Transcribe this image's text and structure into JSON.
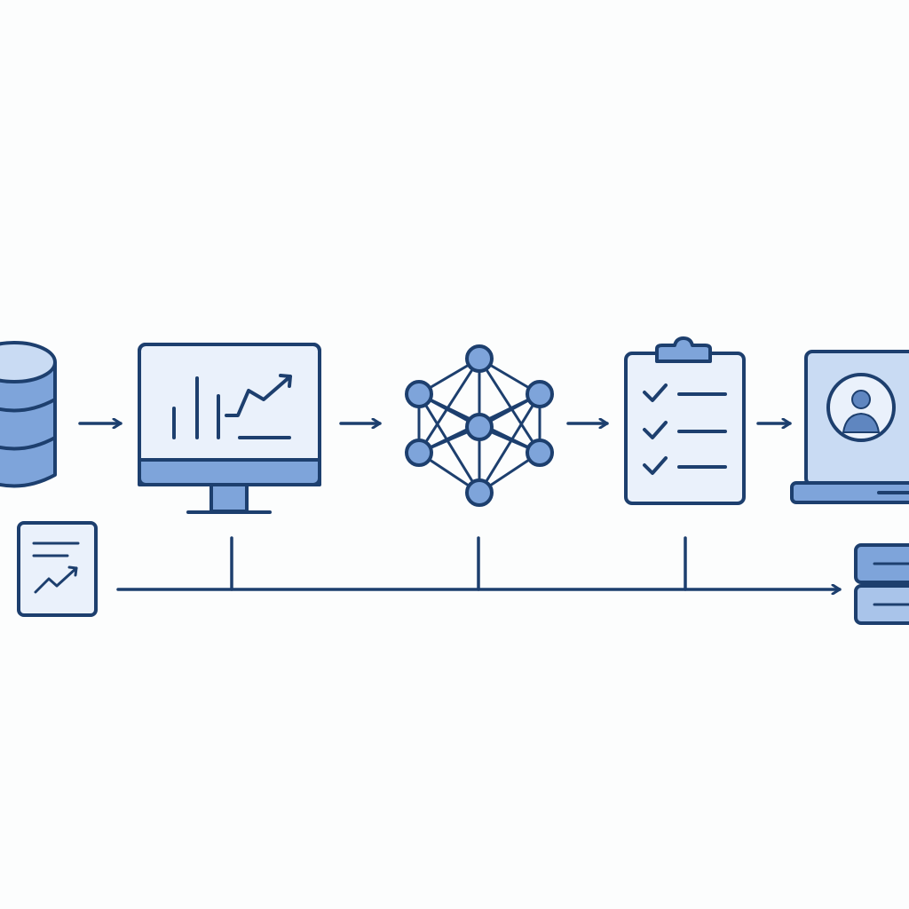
{
  "colors": {
    "background": "#fcfdfd",
    "stroke": "#1d3f6e",
    "fill_dark": "#7ea4da",
    "fill_mid": "#a9c4ea",
    "fill_light": "#dce8f8",
    "fill_lightest": "#eaf1fb"
  },
  "pipeline": {
    "stages": [
      {
        "name": "data-storage",
        "icon": "database-icon"
      },
      {
        "name": "analytics",
        "icon": "monitor-chart-icon"
      },
      {
        "name": "model",
        "icon": "neural-network-icon"
      },
      {
        "name": "validation",
        "icon": "clipboard-checklist-icon"
      },
      {
        "name": "deployment",
        "icon": "laptop-user-icon"
      }
    ],
    "monitoring": {
      "source_icon": "report-trend-icon",
      "target_icon": "server-stack-icon"
    }
  }
}
